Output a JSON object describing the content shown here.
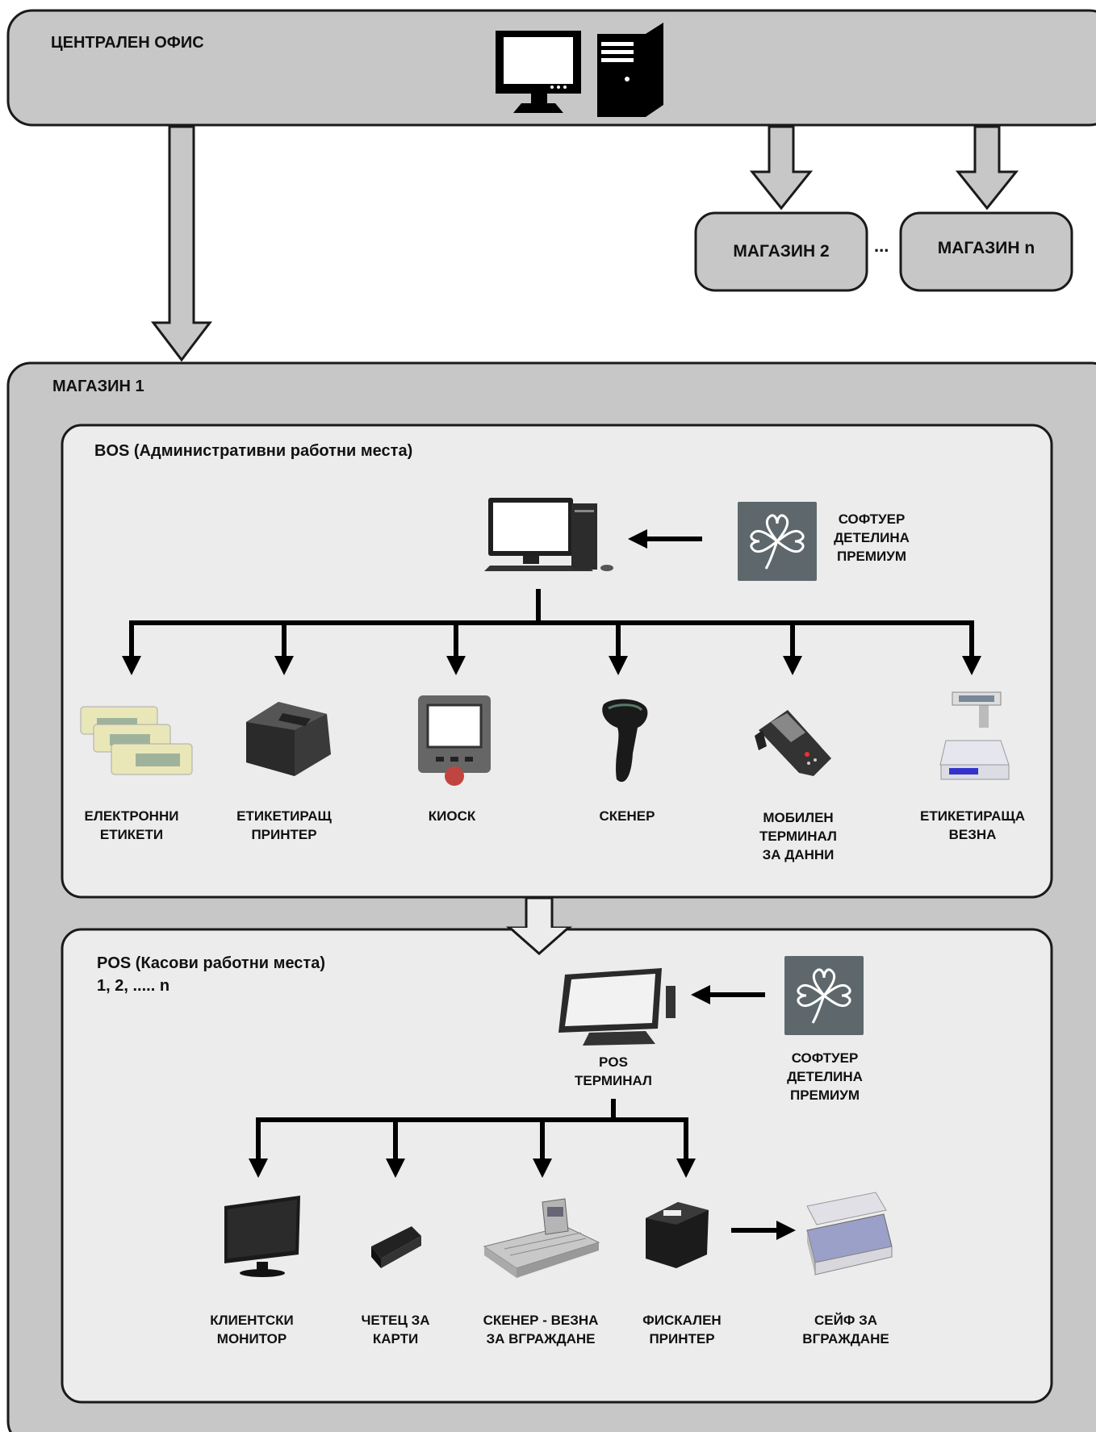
{
  "central_office": {
    "title": "ЦЕНТРАЛЕН ОФИС",
    "icons": [
      "monitor-icon",
      "computer-tower-icon"
    ]
  },
  "stores": [
    {
      "name": "МАГАЗИН 2"
    },
    {
      "name": "МАГАЗИН n"
    }
  ],
  "stores_ellipsis": "...",
  "store1": {
    "title": "МАГАЗИН 1"
  },
  "bos": {
    "title": "BOS (Административни работни места)",
    "software": [
      "СОФТУЕР",
      "ДЕТЕЛИНА",
      "ПРЕМИУМ"
    ],
    "devices": [
      {
        "lines": [
          "ЕЛЕКТРОННИ",
          "ЕТИКЕТИ"
        ],
        "icon": "electronic-labels-icon"
      },
      {
        "lines": [
          "ЕТИКЕТИРАЩ",
          "ПРИНТЕР"
        ],
        "icon": "label-printer-icon"
      },
      {
        "lines": [
          "КИОСК"
        ],
        "icon": "kiosk-icon"
      },
      {
        "lines": [
          "СКЕНЕР"
        ],
        "icon": "barcode-scanner-icon"
      },
      {
        "lines": [
          "МОБИЛЕН",
          "ТЕРМИНАЛ",
          "ЗА ДАННИ"
        ],
        "icon": "mobile-terminal-icon"
      },
      {
        "lines": [
          "ЕТИКЕТИРАЩА",
          "ВЕЗНА"
        ],
        "icon": "labeling-scale-icon"
      }
    ]
  },
  "pos": {
    "title_line1": "POS (Касови работни места)",
    "title_line2": "1, 2, ..... n",
    "terminal": [
      "POS",
      "ТЕРМИНАЛ"
    ],
    "software": [
      "СОФТУЕР",
      "ДЕТЕЛИНА",
      "ПРЕМИУМ"
    ],
    "devices": [
      {
        "lines": [
          "КЛИЕНТСКИ",
          "МОНИТОР"
        ],
        "icon": "customer-monitor-icon"
      },
      {
        "lines": [
          "ЧЕТЕЦ ЗА",
          "КАРТИ"
        ],
        "icon": "card-reader-icon"
      },
      {
        "lines": [
          "СКЕНЕР - ВЕЗНА",
          "ЗА ВГРАЖДАНЕ"
        ],
        "icon": "scanner-scale-icon"
      },
      {
        "lines": [
          "ФИСКАЛЕН",
          "ПРИНТЕР"
        ],
        "icon": "fiscal-printer-icon"
      }
    ],
    "cash_drawer": {
      "lines": [
        "СЕЙФ  ЗА",
        "ВГРАЖДАНЕ"
      ],
      "icon": "cash-drawer-icon"
    }
  }
}
